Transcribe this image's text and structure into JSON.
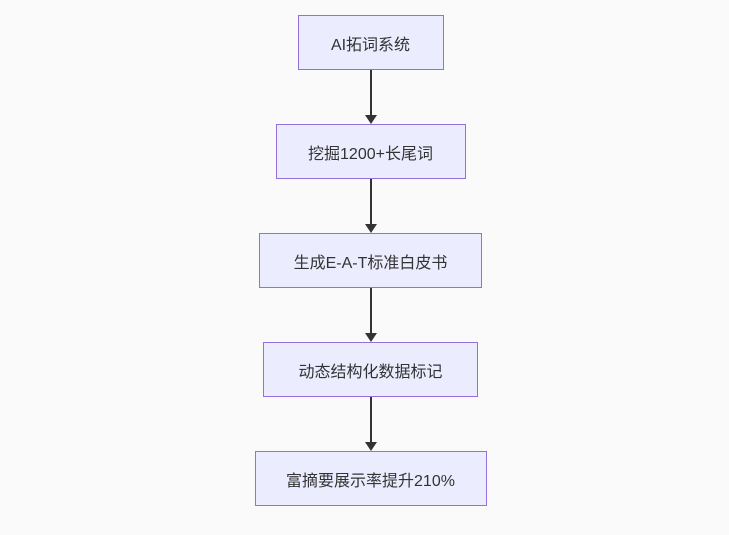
{
  "diagram": {
    "type": "flowchart",
    "direction": "top-down",
    "nodes": [
      {
        "label": "AI拓词系统"
      },
      {
        "label": "挖掘1200+长尾词"
      },
      {
        "label": "生成E-A-T标准白皮书"
      },
      {
        "label": "动态结构化数据标记"
      },
      {
        "label": "富摘要展示率提升210%"
      }
    ],
    "edges": [
      {
        "from": 0,
        "to": 1
      },
      {
        "from": 1,
        "to": 2
      },
      {
        "from": 2,
        "to": 3
      },
      {
        "from": 3,
        "to": 4
      }
    ],
    "colors": {
      "background": "#FAFAFA",
      "node_fill": "#ECECFF",
      "node_border": "#9370DB",
      "arrow": "#333333",
      "text": "#333333"
    }
  }
}
